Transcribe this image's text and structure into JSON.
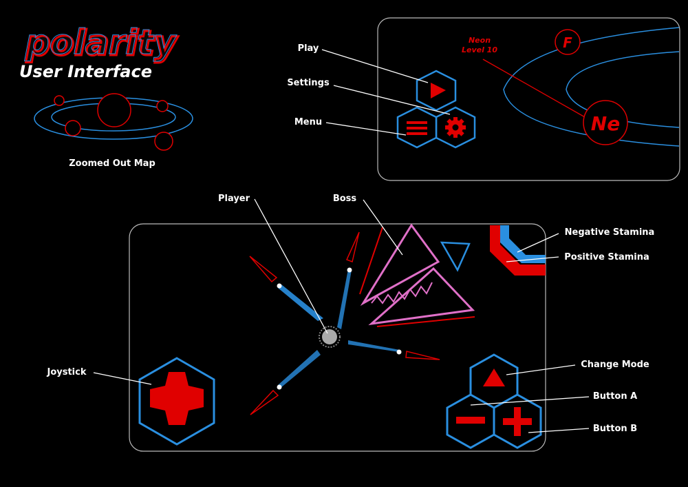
{
  "title": {
    "logo": "polarity",
    "subtitle": "User Interface"
  },
  "map": {
    "caption": "Zoomed Out Map"
  },
  "level": {
    "line1": "Neon",
    "line2": "Level 10",
    "current_element": "Ne",
    "next_element": "F"
  },
  "labels": {
    "play": "Play",
    "settings": "Settings",
    "menu": "Menu",
    "player": "Player",
    "boss": "Boss",
    "negative_stamina": "Negative Stamina",
    "positive_stamina": "Positive Stamina",
    "joystick": "Joystick",
    "change_mode": "Change Mode",
    "button_a": "Button A",
    "button_b": "Button B"
  },
  "colors": {
    "red": "#e00000",
    "blue": "#2a8fe0",
    "pink": "#e070c8",
    "white": "#ffffff"
  },
  "icons": [
    "play-icon",
    "gear-icon",
    "hamburger-icon",
    "triangle-icon",
    "minus-icon",
    "plus-icon",
    "dpad-icon"
  ]
}
